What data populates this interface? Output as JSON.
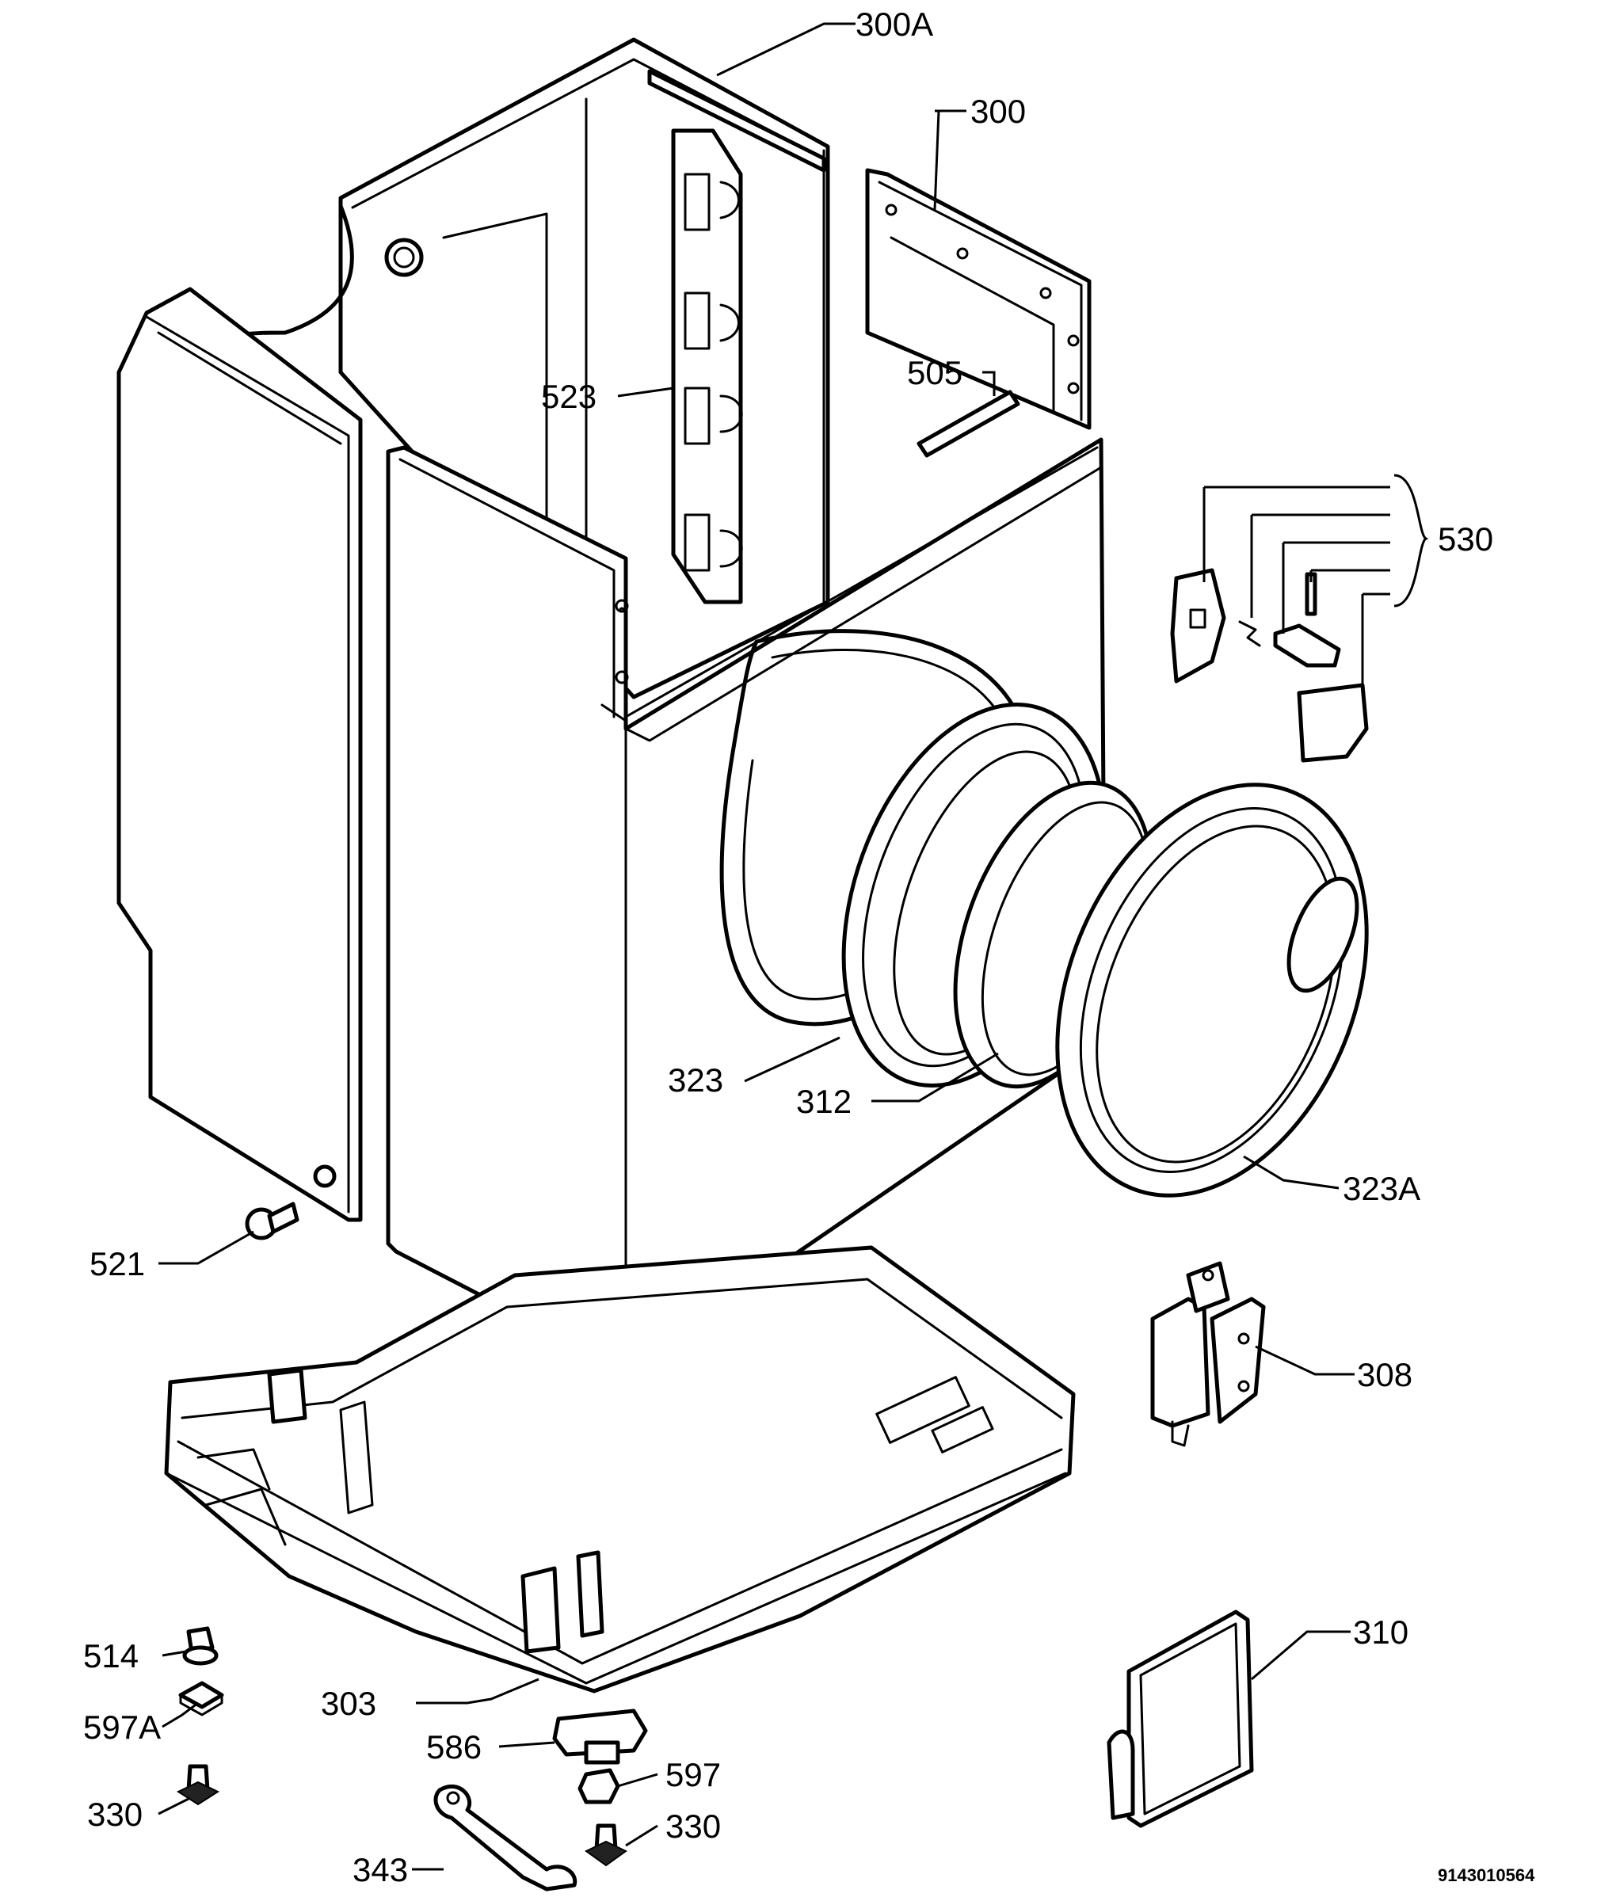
{
  "labels": {
    "l300A": "300A",
    "l300": "300",
    "l505": "505",
    "l523": "523",
    "l530": "530",
    "l323": "323",
    "l312": "312",
    "l323A": "323A",
    "l521": "521",
    "l308": "308",
    "l310": "310",
    "l303": "303",
    "l514": "514",
    "l597A": "597A",
    "l586": "586",
    "l597": "597",
    "l330a": "330",
    "l343": "343",
    "l330b": "330"
  },
  "doc_number": "9143010564"
}
